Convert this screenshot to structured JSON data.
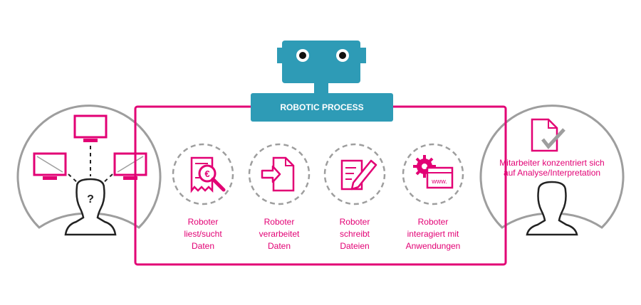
{
  "colors": {
    "magenta": "#e20074",
    "teal": "#2e9bb6",
    "gray": "#9e9e9e",
    "dark": "#222222"
  },
  "robot": {
    "title": "ROBOTIC PROCESS AUTOMATION"
  },
  "left_panel": {
    "person_mark": "?"
  },
  "steps": [
    {
      "icon": "euro-document-search-icon",
      "lines": [
        "Roboter",
        "liest/sucht",
        "Daten"
      ]
    },
    {
      "icon": "document-arrow-icon",
      "lines": [
        "Roboter",
        "verarbeitet",
        "Daten"
      ]
    },
    {
      "icon": "document-pencil-icon",
      "lines": [
        "Roboter",
        "schreibt",
        "Dateien"
      ]
    },
    {
      "icon": "gear-browser-icon",
      "lines": [
        "Roboter",
        "interagiert mit",
        "Anwendungen"
      ],
      "browser_text": "www."
    }
  ],
  "right_panel": {
    "lines": [
      "Mitarbeiter konzentriert sich",
      "auf Analyse/Interpretation"
    ]
  }
}
